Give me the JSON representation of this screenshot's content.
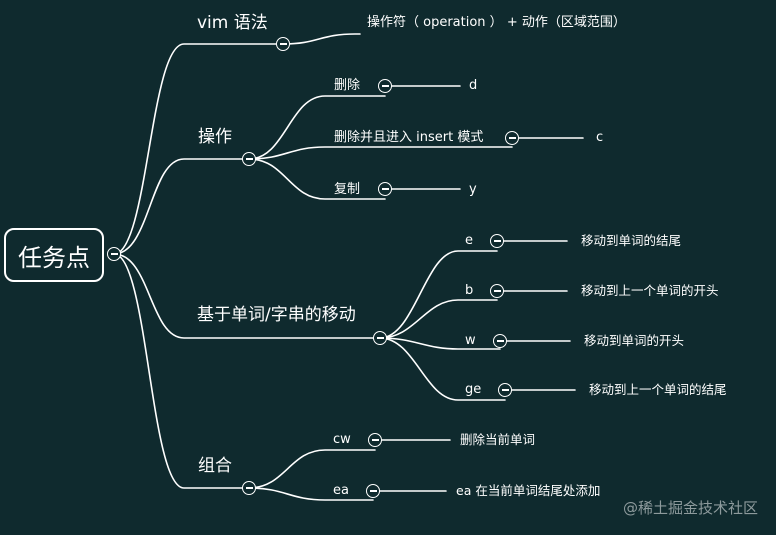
{
  "root": {
    "label": "任务点"
  },
  "branches": {
    "vim": {
      "label": "vim 语法",
      "child": "操作符（ operation ） + 动作（区域范围）"
    },
    "ops": {
      "label": "操作",
      "items": [
        {
          "label": "删除",
          "value": "d"
        },
        {
          "label": "删除并且进入 insert 模式",
          "value": "c"
        },
        {
          "label": "复制",
          "value": "y"
        }
      ]
    },
    "move": {
      "label": "基于单词/字串的移动",
      "items": [
        {
          "label": "e",
          "value": "移动到单词的结尾"
        },
        {
          "label": "b",
          "value": "移动到上一个单词的开头"
        },
        {
          "label": "w",
          "value": "移动到单词的开头"
        },
        {
          "label": "ge",
          "value": "移动到上一个单词的结尾"
        }
      ]
    },
    "combo": {
      "label": "组合",
      "items": [
        {
          "label": "cw",
          "value": "删除当前单词"
        },
        {
          "label": "ea",
          "value": "ea 在当前单词结尾处添加"
        }
      ]
    }
  },
  "watermark": "@稀土掘金技术社区",
  "colors": {
    "background": "#0f2a2e",
    "line": "#ffffff",
    "watermark": "#8d9a9c"
  }
}
